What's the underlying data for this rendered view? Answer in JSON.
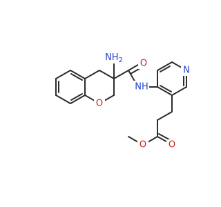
{
  "molecule": {
    "colors": {
      "bond": "#2b2b2b",
      "N": "#1f3fd1",
      "O": "#d11f1f"
    },
    "atoms": [
      {
        "id": "amino_n",
        "text": "NH2",
        "element": "N"
      },
      {
        "id": "carbonyl_o",
        "text": "O",
        "element": "O"
      },
      {
        "id": "amide_nh",
        "text": "NH",
        "element": "N"
      },
      {
        "id": "pyridine_n",
        "text": "N",
        "element": "N"
      },
      {
        "id": "chroman_o",
        "text": "O",
        "element": "O"
      },
      {
        "id": "ester_carbonyl_o",
        "text": "O",
        "element": "O"
      },
      {
        "id": "ester_o",
        "text": "O",
        "element": "O"
      }
    ]
  }
}
